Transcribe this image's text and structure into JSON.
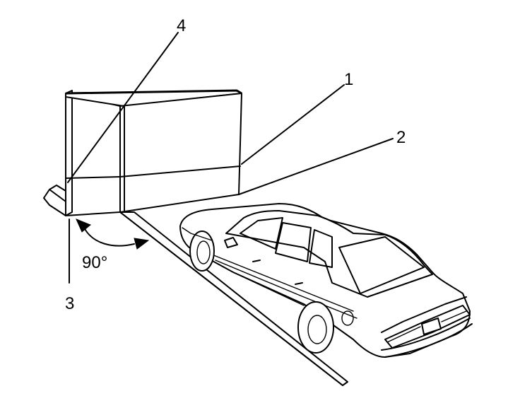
{
  "callouts": {
    "c1": "1",
    "c2": "2",
    "c3": "3",
    "c4": "4"
  },
  "angle_label": "90°"
}
